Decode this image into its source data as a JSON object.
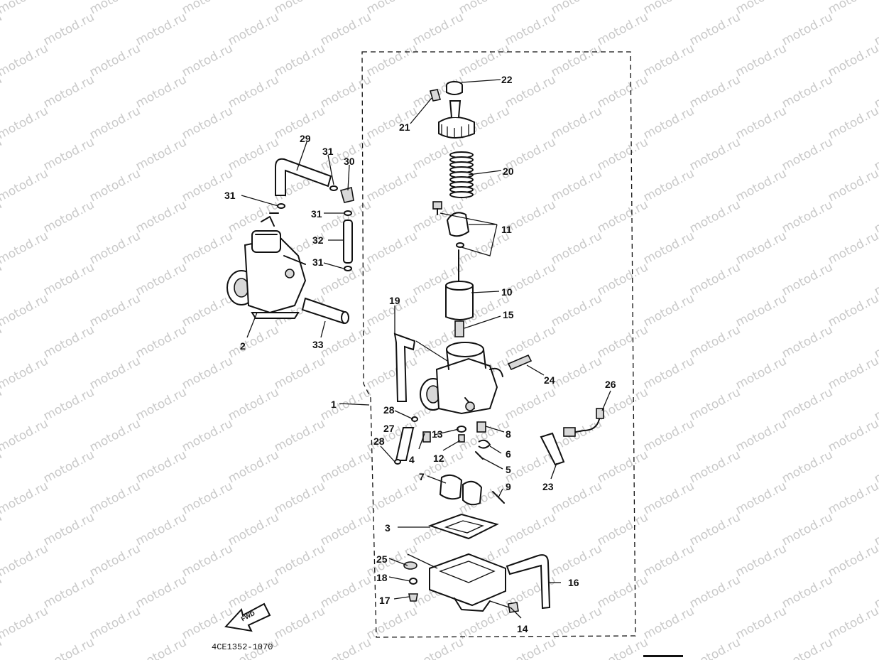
{
  "watermark": {
    "text": "motod.ru"
  },
  "diagram": {
    "part_number": "4CE1352-1070",
    "fwd_label": "FWD",
    "callouts": [
      "1",
      "2",
      "3",
      "4",
      "5",
      "6",
      "7",
      "8",
      "9",
      "10",
      "11",
      "12",
      "13",
      "14",
      "15",
      "16",
      "17",
      "18",
      "19",
      "20",
      "21",
      "22",
      "23",
      "24",
      "25",
      "26",
      "27",
      "28",
      "28",
      "29",
      "30",
      "31",
      "31",
      "31",
      "31",
      "32",
      "33"
    ]
  }
}
